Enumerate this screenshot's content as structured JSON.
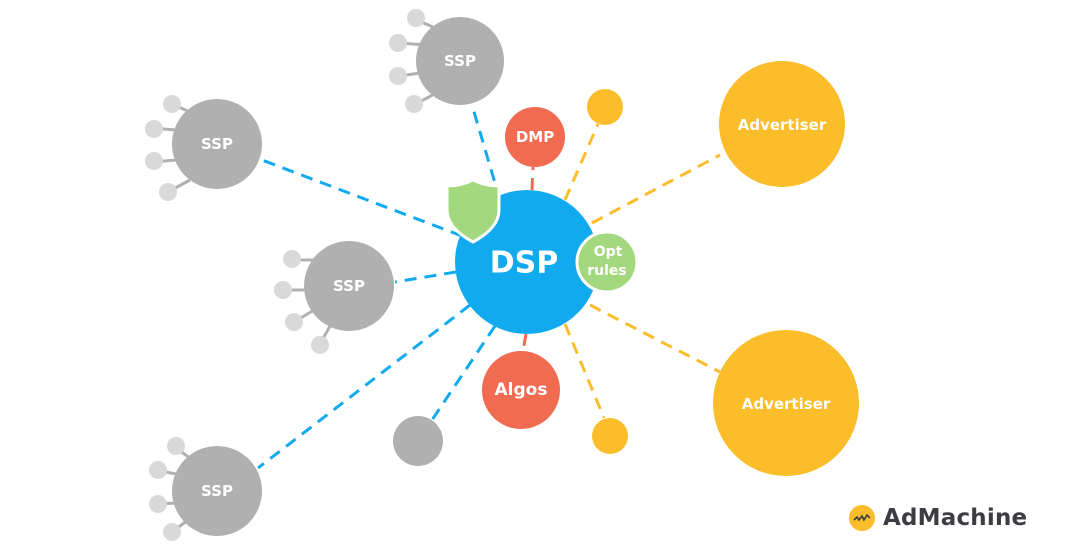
{
  "colors": {
    "dsp": "#12aaef",
    "ssp": "#b0b0b0",
    "ssp_satellite": "#d9d9d9",
    "red": "#f06b50",
    "yellow": "#fcbd2a",
    "green": "#a3d87e",
    "blue_line": "#12aaef",
    "red_line": "#f06b50",
    "yellow_line": "#fcbd2a",
    "logo_text": "#3c3d42"
  },
  "nodes": {
    "dsp": {
      "label": "DSP"
    },
    "opt_rules": {
      "label_line1": "Opt",
      "label_line2": "rules"
    },
    "dmp": {
      "label": "DMP"
    },
    "algos": {
      "label": "Algos"
    },
    "ssp_top": {
      "label": "SSP"
    },
    "ssp_upper_left": {
      "label": "SSP"
    },
    "ssp_middle": {
      "label": "SSP"
    },
    "ssp_lower_left": {
      "label": "SSP"
    },
    "advertiser_top": {
      "label": "Advertiser"
    },
    "advertiser_bottom": {
      "label": "Advertiser"
    }
  },
  "icons": {
    "shield": "shield-icon",
    "logo": "signal-wave-icon"
  },
  "logo": {
    "text": "AdMachine"
  }
}
